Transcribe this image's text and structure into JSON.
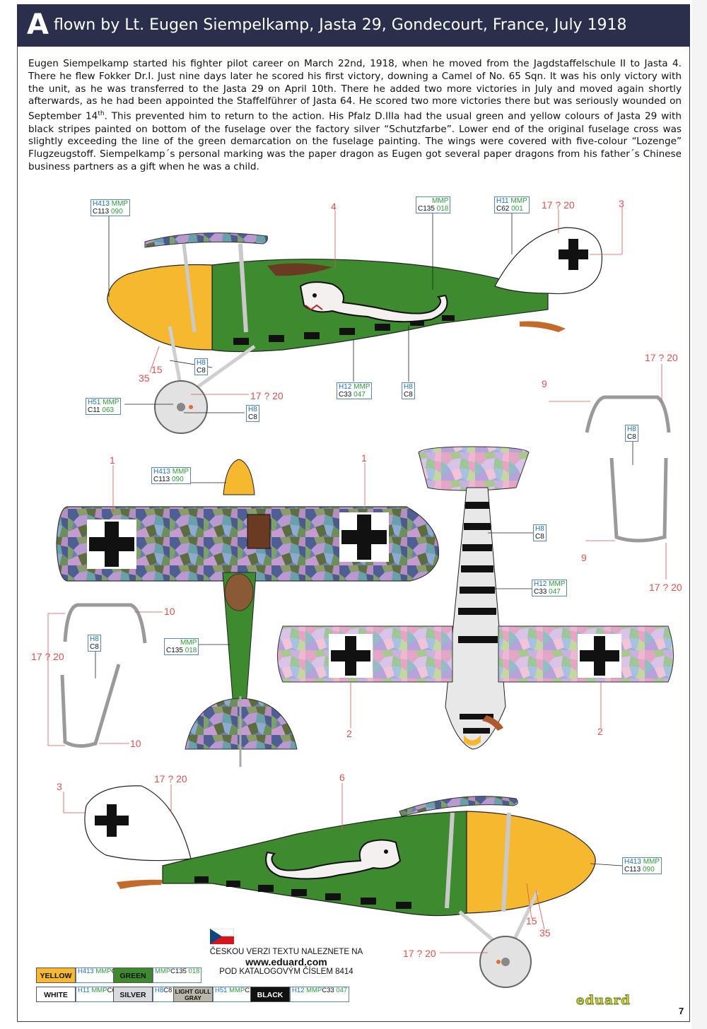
{
  "header": {
    "letter": "A",
    "title": "flown by Lt. Eugen Siempelkamp, Jasta 29, Gondecourt, France, July 1918"
  },
  "description": {
    "text_before_sup": "Eugen Siempelkamp started his fighter pilot career on March 22nd, 1918, when he moved from the Jagdstaffelschule II to Jasta 4. There he flew Fokker Dr.I. Just nine days later he scored his first victory, downing a Camel of No. 65 Sqn. It was his only victory with the unit, as he was transferred to the Jasta 29 on April 10th. There he added two more victories in July and moved again shortly afterwards, as he had been appointed the Staffelführer of Jasta 64. He scored two more victories there but was seriously wounded on September 14",
    "sup": "th",
    "text_after_sup": ". This prevented him to return to the action. His Pfalz D.IIIa had the usual green and yellow colours of Jasta 29 with black stripes painted on bottom of the fuselage over the factory silver “Schutzfarbe”. Lower end of the original fuselage cross was slightly exceeding the line of the green demarcation on the fuselage painting. The wings were covered with five-colour “Lozenge” Flugzeugstoff. Siempelkamp´s personal marking was the paper dragon as Eugen got several paper dragons from his father´s Chinese business partners as a gift when he was a child."
  },
  "chips": {
    "yellow": {
      "h": "H413",
      "m": "MMP",
      "c": "C113",
      "n": "090"
    },
    "green": {
      "h": "",
      "m": "MMP",
      "c": "C135",
      "n": "018"
    },
    "white": {
      "h": "H11",
      "m": "MMP",
      "c": "C62",
      "n": "001"
    },
    "silver": {
      "h": "H8",
      "c": "C8"
    },
    "gray": {
      "h": "H51",
      "m": "MMP",
      "c": "C11",
      "n": "063"
    },
    "black": {
      "h": "H12",
      "m": "MMP",
      "c": "C33",
      "n": "047"
    }
  },
  "labels": {
    "n1": "1",
    "n2": "2",
    "n3": "3",
    "n4": "4",
    "n6": "6",
    "n9": "9",
    "n10": "10",
    "n15": "15",
    "n35": "35",
    "n1720": "17 ? 20"
  },
  "czech": {
    "line1": "ČESKOU VERZI TEXTU NALEZNETE NA",
    "url": "www.eduard.com",
    "line3": "POD KATALOGOVÝM ČÍSLEM 8414"
  },
  "legend": [
    {
      "name": "YELLOW",
      "color": "#f5b82e",
      "text": "#111"
    },
    {
      "name": "GREEN",
      "color": "#3e8a2f",
      "text": "#111"
    },
    {
      "name": "WHITE",
      "color": "#ffffff",
      "text": "#111"
    },
    {
      "name": "SILVER",
      "color": "#d8dade",
      "text": "#111"
    },
    {
      "name": "LIGHT GULL GRAY",
      "color": "#b9b7ac",
      "text": "#111"
    },
    {
      "name": "BLACK",
      "color": "#111111",
      "text": "#ffffff"
    }
  ],
  "brand": "eduard",
  "page_number": "7"
}
